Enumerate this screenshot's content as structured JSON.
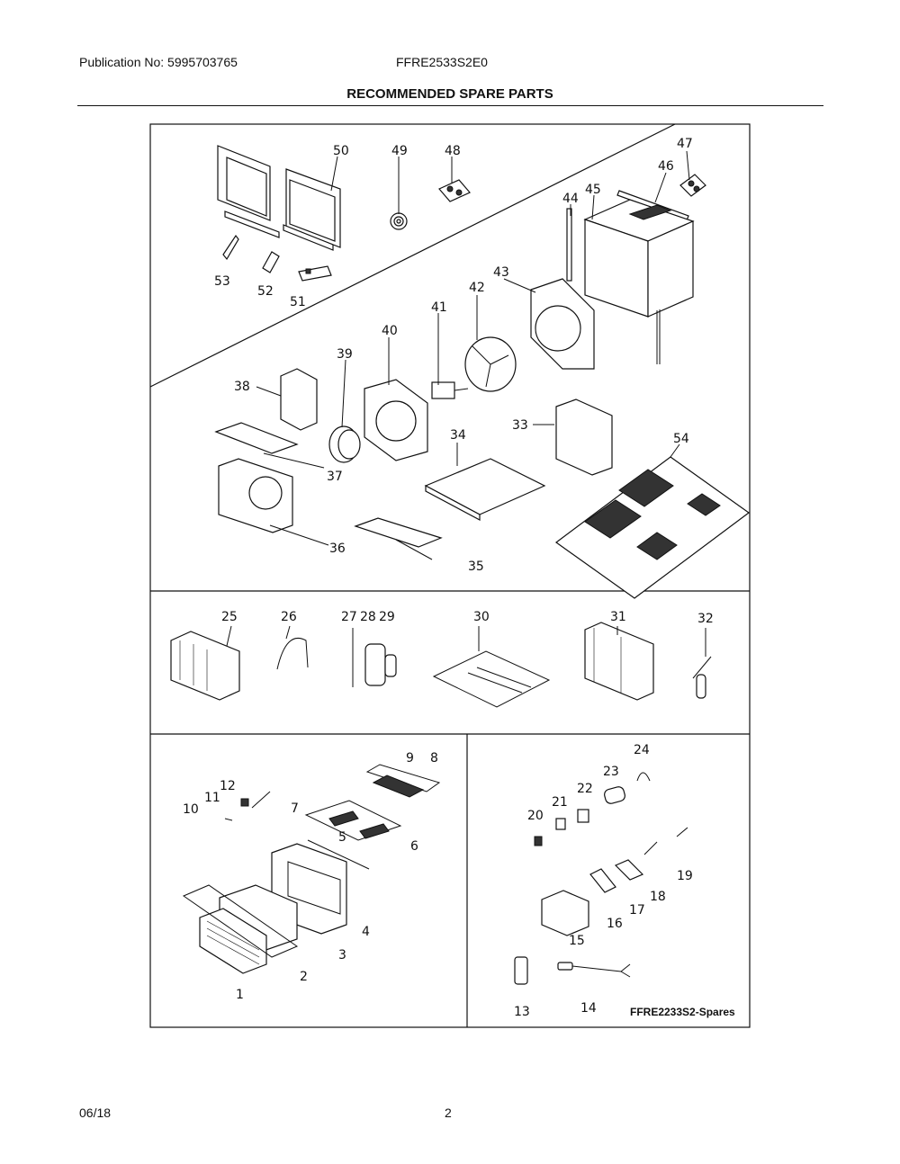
{
  "header": {
    "publication": "Publication No: 5995703765",
    "model": "FFRE2533S2E0",
    "title": "RECOMMENDED SPARE PARTS"
  },
  "diagram": {
    "callouts": [
      "1",
      "2",
      "3",
      "4",
      "5",
      "6",
      "7",
      "8",
      "9",
      "10",
      "11",
      "12",
      "13",
      "14",
      "15",
      "16",
      "17",
      "18",
      "19",
      "20",
      "21",
      "22",
      "23",
      "24",
      "25",
      "26",
      "27",
      "28",
      "29",
      "30",
      "31",
      "32",
      "33",
      "34",
      "35",
      "36",
      "37",
      "38",
      "39",
      "40",
      "41",
      "42",
      "43",
      "44",
      "45",
      "46",
      "47",
      "48",
      "49",
      "50",
      "51",
      "52",
      "53",
      "54"
    ],
    "spares_label": "FFRE2233S2-Spares"
  },
  "footer": {
    "date": "06/18",
    "page": "2"
  }
}
